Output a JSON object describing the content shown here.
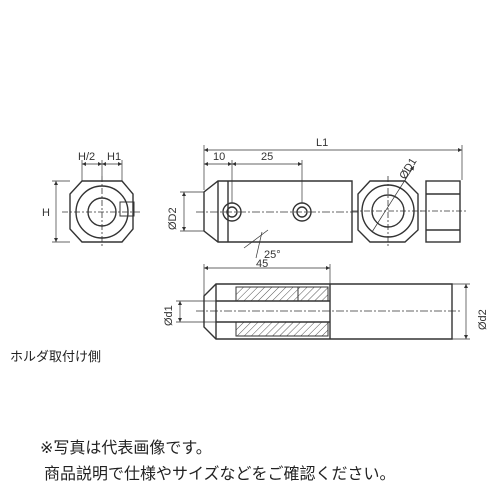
{
  "labels": {
    "h_half": "H/2",
    "h1": "H1",
    "h": "H",
    "l1": "L1",
    "d10": "10",
    "d25": "25",
    "od2": "ØD2",
    "od1": "ØD1",
    "ang": "25°",
    "d45": "45",
    "od1_small": "Ød1",
    "od2_small": "Ød2"
  },
  "caption": "ホルダ取付け側",
  "notes": {
    "line1": "※写真は代表画像です。",
    "line2": "商品説明で仕様やサイズなどをご確認ください。"
  },
  "colors": {
    "line": "#333333",
    "hatch": "#555555",
    "background": "#ffffff"
  }
}
